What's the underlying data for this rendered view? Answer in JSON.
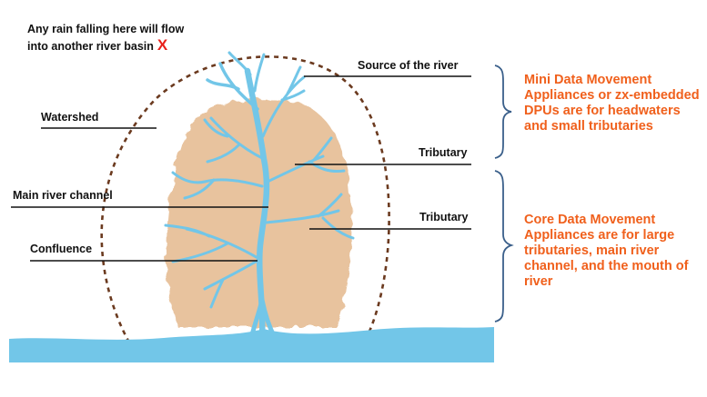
{
  "labels": {
    "outside_line1": "Any rain falling here will flow",
    "outside_line2": "into another river basin",
    "outside_mark": "X",
    "source": "Source of the river",
    "watershed": "Watershed",
    "tributary_upper": "Tributary",
    "main_channel": "Main river channel",
    "tributary_lower": "Tributary",
    "confluence": "Confluence"
  },
  "notes": {
    "mini": "Mini Data Movement Appliances or zx-embedded DPUs are for headwaters and small tributaries",
    "core": "Core Data Movement Appliances are for large tributaries, main river channel, and the mouth of river"
  },
  "colors": {
    "water": "#72c6e8",
    "watershed_fill": "#e8c39e",
    "boundary": "#6b3a1f",
    "note_text": "#f0601c",
    "brace": "#3a5f8a",
    "x_mark": "#e8201a"
  }
}
